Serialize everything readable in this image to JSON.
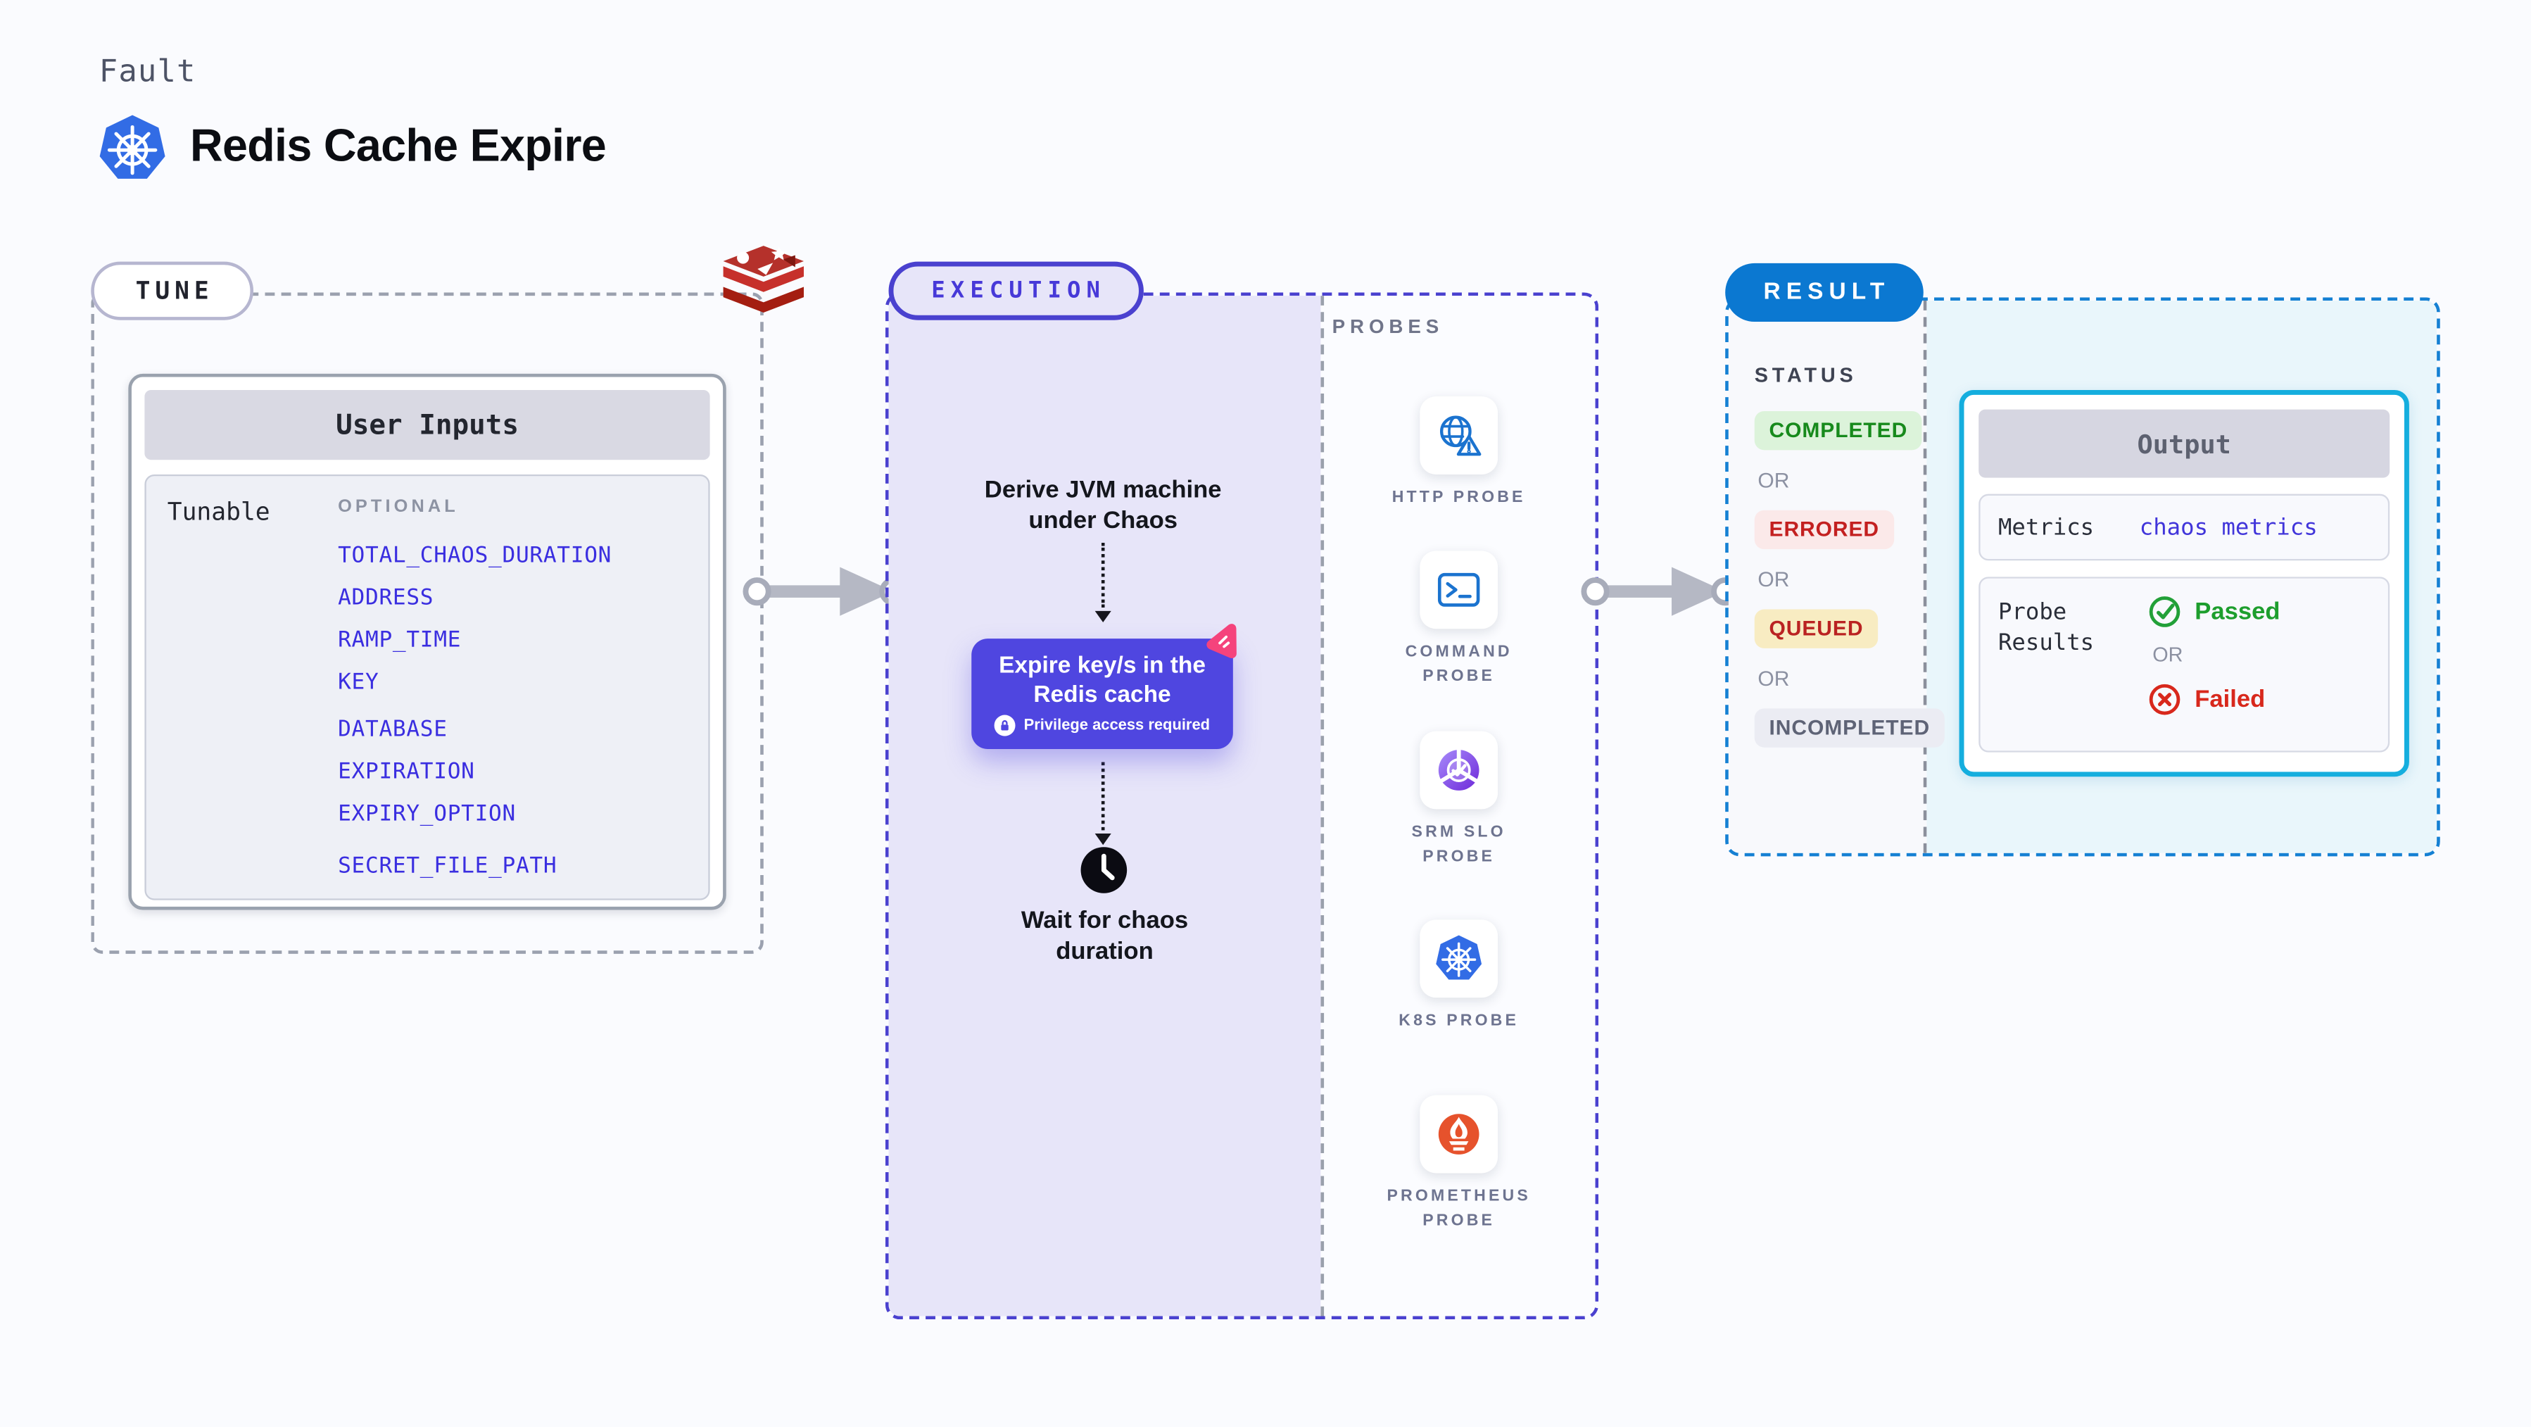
{
  "header": {
    "kicker": "Fault",
    "title": "Redis Cache Expire"
  },
  "colors": {
    "indigo_accent": "#4A41CF",
    "purple_node": "#4F46E0",
    "result_blue": "#0B78D1",
    "output_cyan": "#15AEDE",
    "input_link_blue": "#3A2EE0",
    "passed_green": "#1D9E2D",
    "failed_red": "#D8281C",
    "queued_yellow_bg": "#F8ECC2",
    "lavender_bg": "#E7E5F9",
    "pink_logo": "#F5437C",
    "redis_red": "#A41E11",
    "k8s_blue": "#326CE5",
    "prometheus_orange": "#E6522C"
  },
  "tune": {
    "pill": "TUNE",
    "user_inputs": {
      "title": "User Inputs",
      "row_label": "Tunable",
      "group_label": "OPTIONAL",
      "items": [
        "TOTAL_CHAOS_DURATION",
        "ADDRESS",
        "RAMP_TIME",
        "KEY",
        "DATABASE",
        "EXPIRATION",
        "EXPIRY_OPTION",
        "SECRET_FILE_PATH"
      ]
    }
  },
  "execution": {
    "pill": "EXECUTION",
    "derive_text": "Derive JVM machine\nunder Chaos",
    "fault_card": {
      "title": "Expire key/s in the\nRedis cache",
      "privilege_badge": "Privilege access required"
    },
    "wait_text": "Wait for chaos\nduration"
  },
  "probes": {
    "heading": "PROBES",
    "items": [
      {
        "label": "HTTP PROBE",
        "icon": "globe-warning-icon"
      },
      {
        "label": "COMMAND\nPROBE",
        "icon": "terminal-icon"
      },
      {
        "label": "SRM SLO\nPROBE",
        "icon": "slo-donut-icon"
      },
      {
        "label": "K8S PROBE",
        "icon": "kubernetes-icon"
      },
      {
        "label": "PROMETHEUS\nPROBE",
        "icon": "prometheus-flame-icon"
      }
    ]
  },
  "result": {
    "pill": "RESULT",
    "status_heading": "STATUS",
    "or_label": "OR",
    "statuses": [
      {
        "label": "COMPLETED",
        "kind": "completed"
      },
      {
        "label": "ERRORED",
        "kind": "errored"
      },
      {
        "label": "QUEUED",
        "kind": "queued"
      },
      {
        "label": "INCOMPLETED",
        "kind": "incompleted"
      }
    ],
    "output": {
      "title": "Output",
      "metrics_label": "Metrics",
      "metrics_value": "chaos metrics",
      "probe_results_label": "Probe\nResults",
      "passed_label": "Passed",
      "or_label": "OR",
      "failed_label": "Failed"
    }
  }
}
